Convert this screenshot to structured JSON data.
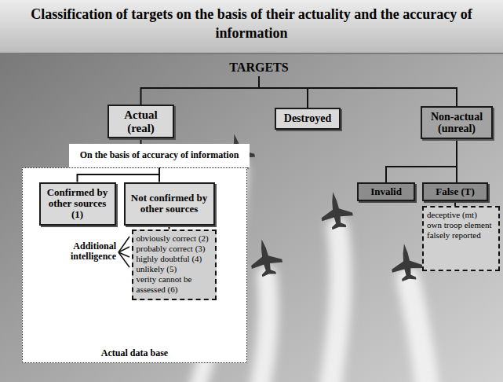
{
  "diagram": {
    "title": "Classification of targets on the basis of their actuality and the accuracy of information",
    "nodes": [
      {
        "text": [
          "TARGETS"
        ]
      },
      {
        "text": [
          "Actual (real)"
        ]
      },
      {
        "text": [
          "Destroyed"
        ]
      },
      {
        "text": [
          "Non-actual (unreal)"
        ]
      },
      {
        "text": [
          "On the basis of accuracy of information"
        ]
      },
      {
        "text": [
          "Actual data base"
        ]
      },
      {
        "text": [
          "Confirmed by other sources (1)"
        ],
        "in": 5
      },
      {
        "text": [
          "Not confirmed by other sources"
        ],
        "in": 5
      },
      {
        "text": [
          "obviously correct (2)",
          "probably correct (3)",
          "highly doubtful (4)",
          "unlikely (5)",
          "verity cannot be assessed (6)"
        ],
        "in": 5
      },
      {
        "text": [
          "Invalid"
        ]
      },
      {
        "text": [
          "False (T)"
        ]
      },
      {
        "text": [
          "deceptive (mt)",
          "own troop element falsely reported"
        ]
      }
    ],
    "edges": [
      {
        "from": 0,
        "to": 1,
        "arrow": "none"
      },
      {
        "from": 0,
        "to": 2,
        "arrow": "none"
      },
      {
        "from": 0,
        "to": 3,
        "arrow": "none"
      },
      {
        "from": 1,
        "to": 4,
        "arrow": "none"
      },
      {
        "from": 4,
        "to": 6,
        "arrow": "none"
      },
      {
        "from": 4,
        "to": 7,
        "arrow": "none"
      },
      {
        "from": 7,
        "to": 8,
        "arrow": "none"
      },
      {
        "from": 3,
        "to": 9,
        "arrow": "none"
      },
      {
        "from": 3,
        "to": 10,
        "arrow": "none"
      },
      {
        "from": 10,
        "to": 11,
        "arrow": "none"
      }
    ],
    "labels": [
      "Additional intelligence"
    ]
  }
}
